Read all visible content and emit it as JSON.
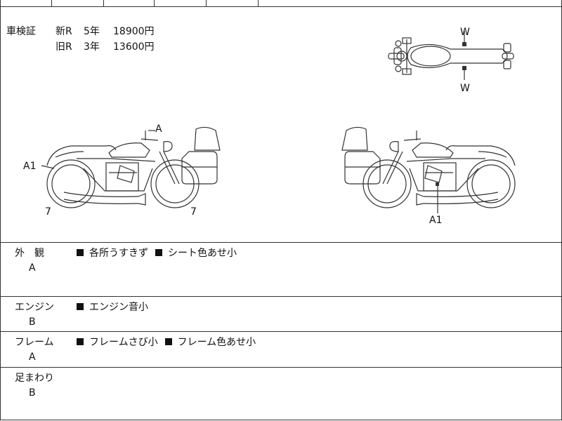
{
  "top_strip": {
    "cells": [
      "",
      "",
      "",
      "",
      "",
      "",
      ""
    ]
  },
  "shaken": {
    "label": "車検証",
    "rows": [
      {
        "type": "新R",
        "years": "5年",
        "price": "18900円"
      },
      {
        "type": "旧R",
        "years": "3年",
        "price": "13600円"
      }
    ]
  },
  "diagram_marks": {
    "top_front": "W",
    "top_back": "W",
    "left_a": "A",
    "left_a1": "A1",
    "left_wheel_rear": "7",
    "left_wheel_front": "7",
    "right_a1": "A1"
  },
  "sections": [
    {
      "label": "外　観",
      "grade": "A",
      "notes": [
        "各所うすきず",
        "シート色あせ小"
      ]
    },
    {
      "label": "エンジン",
      "grade": "B",
      "notes": [
        "エンジン音小"
      ]
    },
    {
      "label": "フレーム",
      "grade": "A",
      "notes": [
        "フレームさび小",
        "フレーム色あせ小"
      ]
    },
    {
      "label": "足まわり",
      "grade": "B",
      "notes": []
    }
  ],
  "colors": {
    "line": "#333333",
    "text": "#111111",
    "background": "#ffffff"
  }
}
